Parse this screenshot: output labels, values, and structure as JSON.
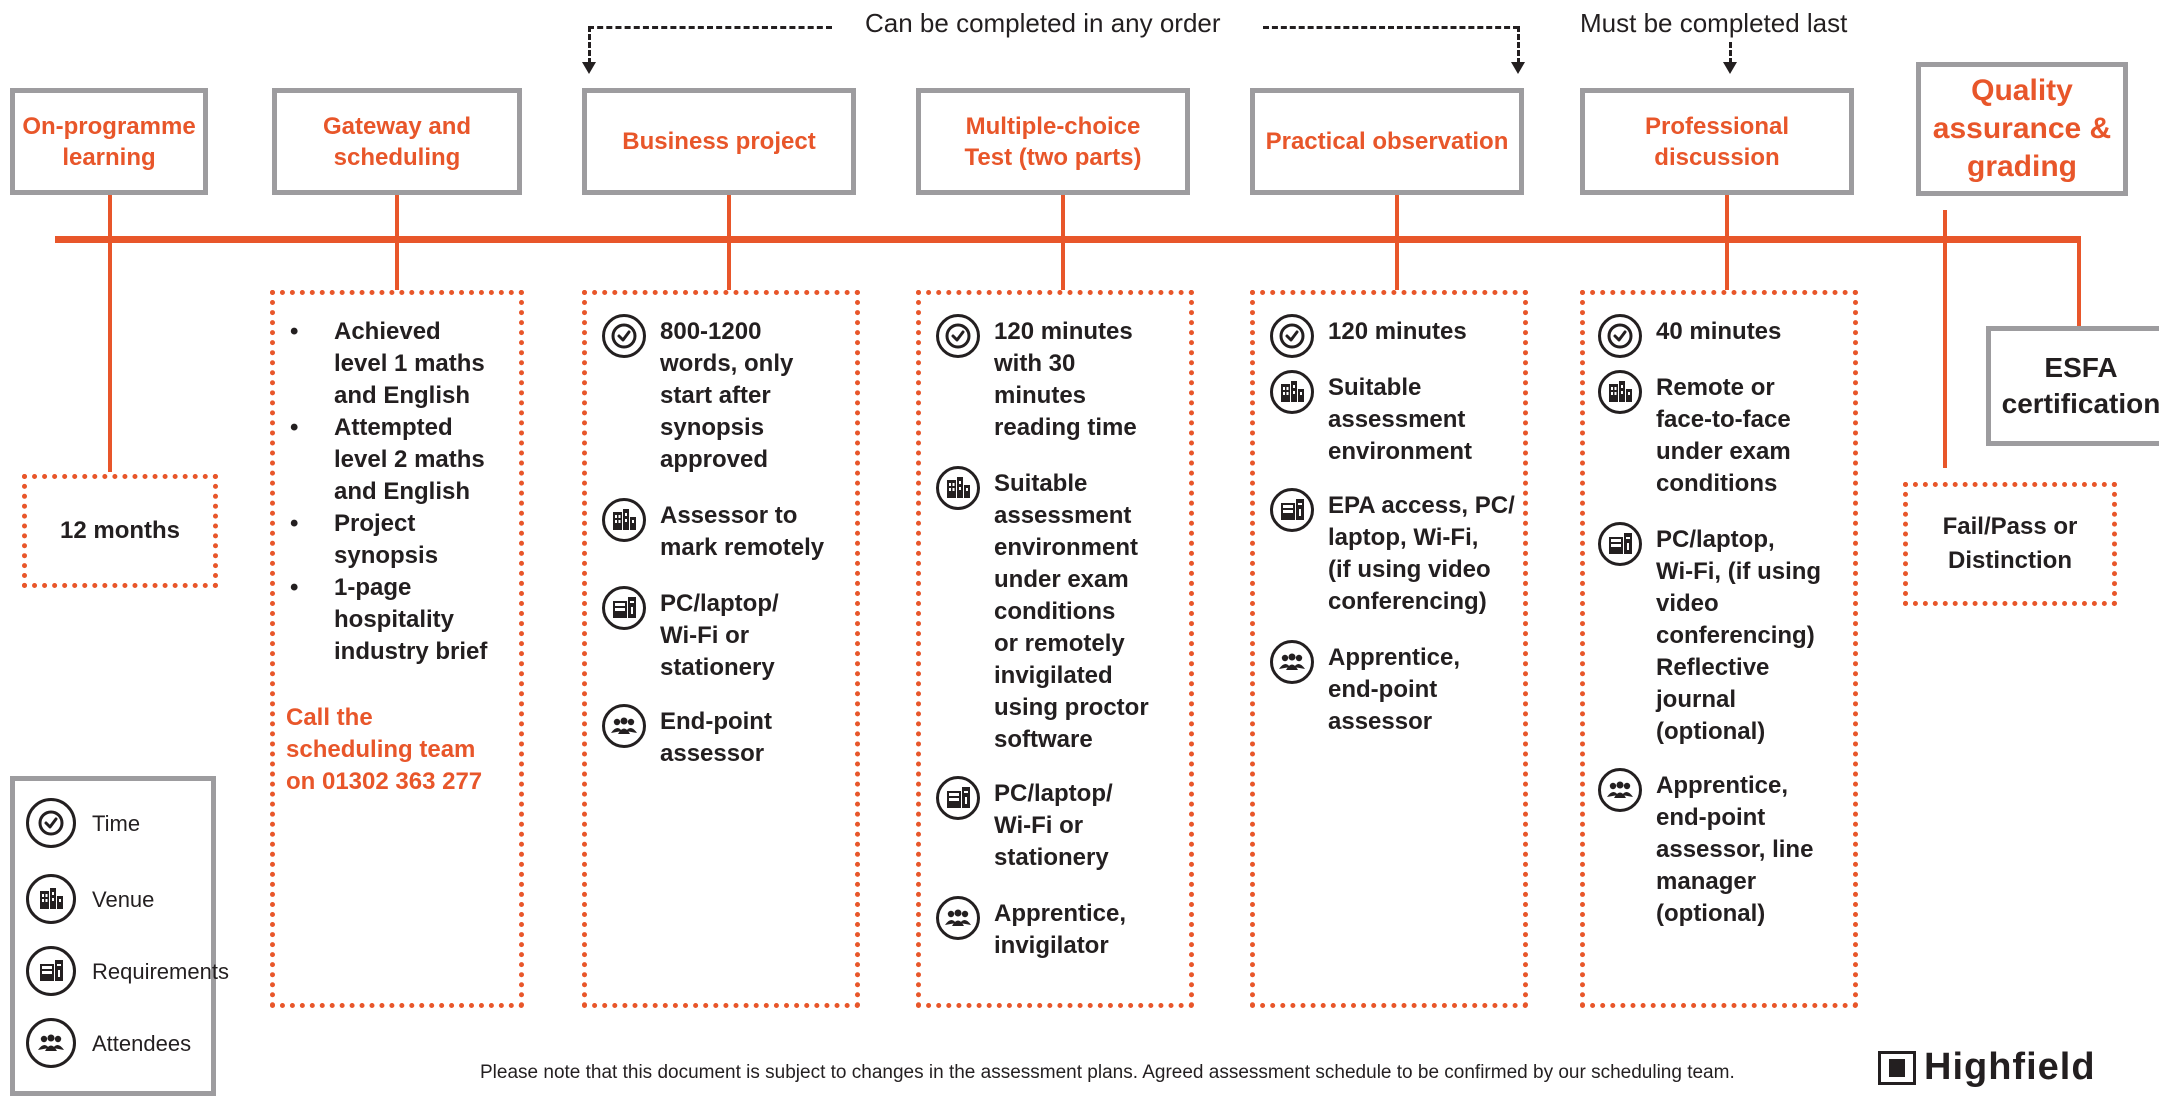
{
  "top": {
    "any_order_label": "Can be completed in any order",
    "last_label": "Must be completed last"
  },
  "stages": [
    {
      "title": "On-programme\nlearning"
    },
    {
      "title": "Gateway and\nscheduling"
    },
    {
      "title": "Business project"
    },
    {
      "title": "Multiple-choice\nTest (two parts)"
    },
    {
      "title": "Practical observation"
    },
    {
      "title": "Professional\ndiscussion"
    },
    {
      "title": "Quality\nassurance &\ngrading"
    },
    {
      "title": "ESFA\ncertification"
    }
  ],
  "on_programme": {
    "duration": "12 months"
  },
  "gateway": {
    "bullets": [
      "Achieved\nlevel 1 maths\nand English",
      "Attempted\nlevel 2 maths\nand English",
      "Project\nsynopsis",
      "1-page\nhospitality\nindustry brief"
    ],
    "call_text": "Call the\nscheduling team\non 01302 363 277"
  },
  "business_project": {
    "time": "800-1200\nwords, only\nstart after\nsynopsis\napproved",
    "venue": "Assessor to\nmark remotely",
    "requirements": "PC/laptop/\nWi-Fi or\nstationery",
    "attendees": "End-point\nassessor"
  },
  "mcq": {
    "time": "120 minutes\nwith 30\nminutes\nreading time",
    "venue": "Suitable\nassessment\nenvironment\nunder exam\nconditions\nor remotely\ninvigilated\nusing proctor\nsoftware",
    "requirements": "PC/laptop/\nWi-Fi or\nstationery",
    "attendees": "Apprentice,\ninvigilator"
  },
  "practical": {
    "time": "120 minutes",
    "venue": "Suitable\nassessment\nenvironment",
    "requirements": "EPA access, PC/\nlaptop, Wi-Fi,\n(if using video\nconferencing)",
    "attendees": "Apprentice,\nend-point\nassessor"
  },
  "discussion": {
    "time": "40 minutes",
    "venue": "Remote or\nface-to-face\nunder exam\nconditions",
    "requirements": "PC/laptop,\nWi-Fi, (if using\nvideo\nconferencing)\nReflective\njournal\n(optional)",
    "attendees": "Apprentice,\nend-point\nassessor, line\nmanager\n(optional)"
  },
  "grading": {
    "result": "Fail/Pass or\nDistinction"
  },
  "legend": {
    "time": "Time",
    "venue": "Venue",
    "requirements": "Requirements",
    "attendees": "Attendees"
  },
  "footer": {
    "note": "Please note that this document is subject to changes in the assessment plans.  Agreed assessment schedule to be confirmed by our scheduling team.",
    "logo": "Highfield"
  },
  "icons": [
    "clock-icon",
    "venue-icon",
    "requirements-icon",
    "attendees-icon"
  ],
  "colors": {
    "accent": "#e8562a",
    "border_grey": "#9d9c9f",
    "text": "#231f20"
  }
}
